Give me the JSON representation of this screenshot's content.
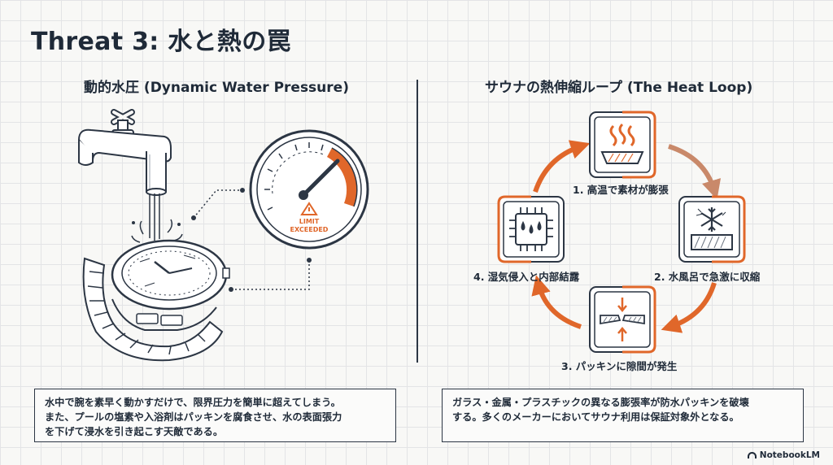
{
  "title": "Threat 3: 水と熱の罠",
  "left_panel": {
    "heading": "動的水圧 (Dynamic Water Pressure)",
    "gauge_text_line1": "LIMIT",
    "gauge_text_line2": "EXCEEDED",
    "caption_lines": [
      "水中で腕を素早く動かすだけで、限界圧力を簡単に超えてしまう。",
      "また、プールの塩素や入浴剤はパッキンを腐食させ、水の表面張力",
      "を下げて浸水を引き起こす天敵である。"
    ]
  },
  "right_panel": {
    "heading": "サウナの熱伸縮ループ (The Heat Loop)",
    "steps": [
      {
        "label": "1. 高温で素材が膨張",
        "icon": "heat-waves-icon"
      },
      {
        "label": "2. 水風呂で急激に収縮",
        "icon": "snowflake-icon"
      },
      {
        "label": "3. パッキンに隙間が発生",
        "icon": "crack-gap-icon"
      },
      {
        "label": "4. 湿気侵入と内部結露",
        "icon": "chip-droplets-icon"
      }
    ],
    "caption_lines": [
      "ガラス・金属・プラスチックの異なる膨張率が防水パッキンを破壊",
      "する。多くのメーカーにおいてサウナ利用は保証対象外となる。"
    ]
  },
  "brand": "NotebookLM",
  "colors": {
    "accent": "#e0672a",
    "ink": "#1f2a38",
    "grid": "#e3e4e6"
  }
}
